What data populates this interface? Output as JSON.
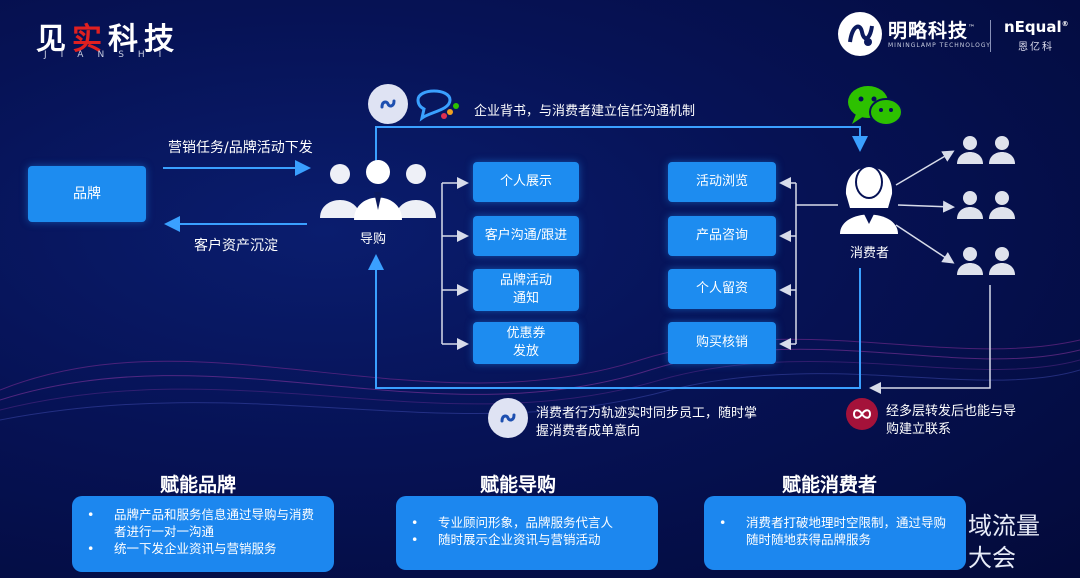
{
  "header": {
    "brand_left_a": "见",
    "brand_left_b": "实",
    "brand_left_c": "科技",
    "brand_left_sub": "JIANSHI",
    "brand_mid": "明略科技",
    "brand_mid_tm": "™",
    "brand_mid_en": "MININGLAMP TECHNOLOGY",
    "brand_right": "nEqual",
    "brand_right_cn": "恩亿科"
  },
  "flow": {
    "brand_box": "品牌",
    "arrow_down_label": "营销任务/品牌活动下发",
    "arrow_up_label": "客户资产沉淀",
    "guide_label": "导购",
    "consumer_label": "消费者",
    "top_label": "企业背书，与消费者建立信任沟通机制",
    "bottom_label_1": "消费者行为轨迹实时同步员工，随时掌",
    "bottom_label_2": "握消费者成单意向",
    "right_label_1": "经多层转发后也能与导",
    "right_label_2": "购建立联系",
    "guide_actions": [
      "个人展示",
      "客户沟通/跟进",
      "品牌活动\n通知",
      "优惠券\n发放"
    ],
    "consumer_actions": [
      "活动浏览",
      "产品咨询",
      "个人留资",
      "购买核销"
    ]
  },
  "sections": [
    {
      "title": "赋能品牌",
      "items": [
        "品牌产品和服务信息通过导购与消费者进行一对一沟通",
        "统一下发企业资讯与营销服务"
      ]
    },
    {
      "title": "赋能导购",
      "items": [
        "专业顾问形象，品牌服务代言人",
        "随时展示企业资讯与营销活动"
      ]
    },
    {
      "title": "赋能消费者",
      "items": [
        "消费者打破地理时空限制，通过导购随时随地获得品牌服务"
      ]
    }
  ],
  "overlay_text_1": "域流量",
  "overlay_text_2": "大会",
  "colors": {
    "box": "#1d8cf0",
    "arrow": "#3aa0ff",
    "background": "#061255",
    "wechat": "#2dc100"
  },
  "icons": [
    "miniprogram-icon",
    "chat-bubble-icon",
    "wechat-icon",
    "infinity-icon",
    "guide-people-icon",
    "consumer-avatar-icon",
    "user-pair-icon"
  ]
}
